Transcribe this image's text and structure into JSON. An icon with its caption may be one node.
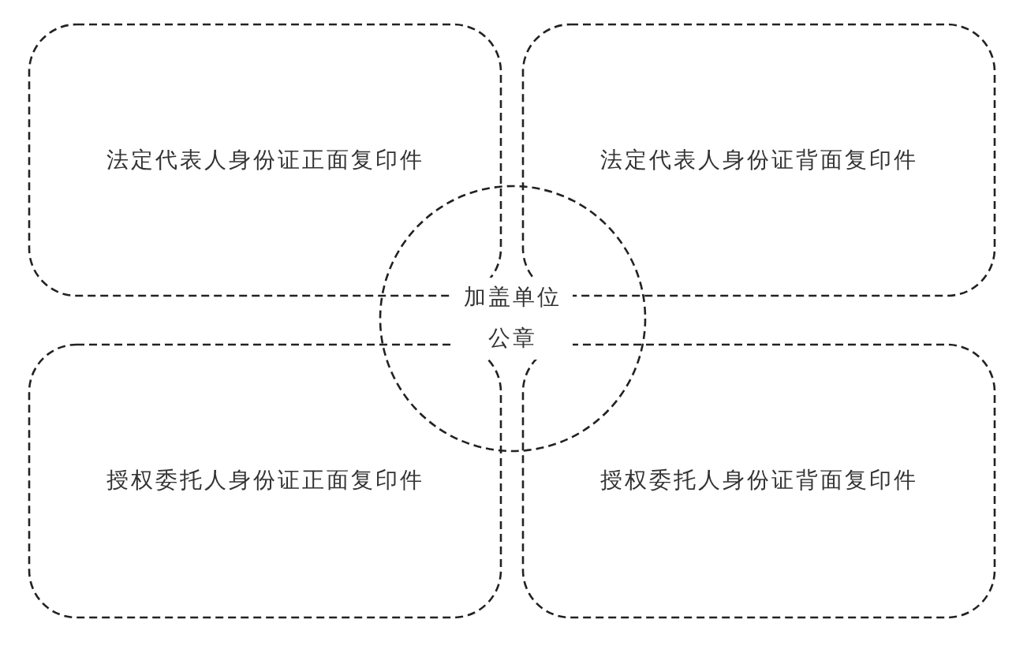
{
  "diagram": {
    "nodes": [
      {
        "text": [
          "法定代表人身份证正面复印件"
        ]
      },
      {
        "text": [
          "法定代表人身份证背面复印件"
        ]
      },
      {
        "text": [
          "授权委托人身份证正面复印件"
        ]
      },
      {
        "text": [
          "授权委托人身份证背面复印件"
        ]
      },
      {
        "text": [
          "加盖单位公章"
        ]
      }
    ]
  }
}
